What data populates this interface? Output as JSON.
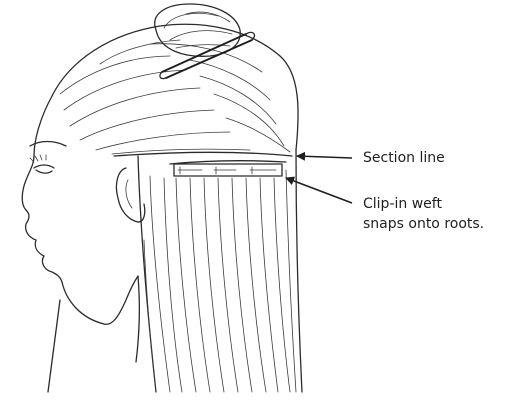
{
  "callouts": {
    "section_line": "Section line",
    "clip_weft_line1": "Clip-in weft",
    "clip_weft_line2": "snaps onto roots."
  },
  "colors": {
    "ink": "#2b2b2b",
    "label_text": "#1f1f1f",
    "background": "#ffffff"
  }
}
